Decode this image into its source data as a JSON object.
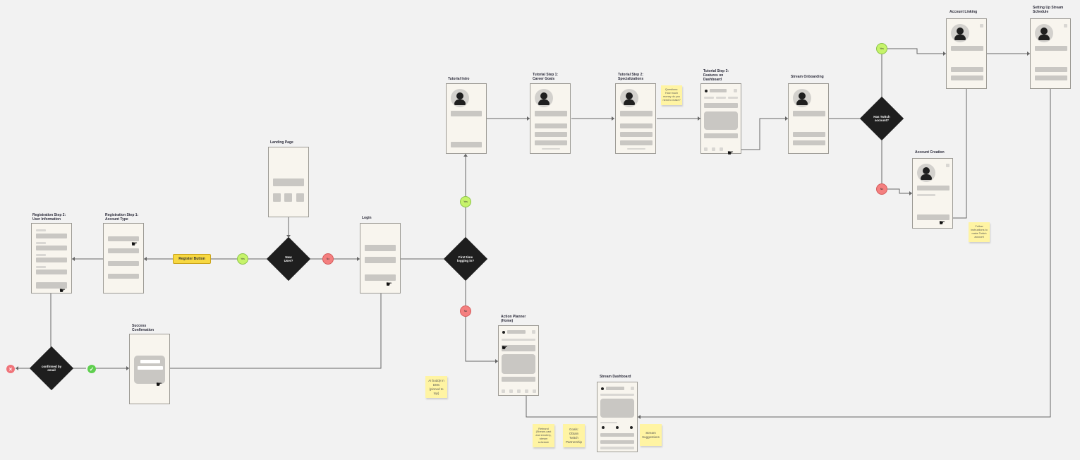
{
  "frames": {
    "reg2": "Registration Step 2:\nUser Information",
    "reg1": "Registration Step 1:\nAccount Type",
    "landing": "Landing Page",
    "login": "Login",
    "success": "Success\nConfirmation",
    "tutorial_intro": "Tutorial Intro",
    "tutorial1": "Tutorial Step 1:\nCareer Goals",
    "tutorial2": "Tutorial Step 2:\nSpecializations",
    "tutorial3": "Tutorial Step 3:\nFeatures on\nDashboard",
    "stream_onboarding": "Stream Onboarding",
    "account_linking": "Account Linking",
    "stream_schedule": "Setting Up Stream\nSchedule",
    "account_creation": "Account Creation",
    "action_planner": "Action Planner\n(Home)",
    "stream_dashboard": "Stream Dashboard"
  },
  "decisions": {
    "new_user": "New\nUser?",
    "first_time": "First time\nlogging in?",
    "has_twitch": "Has Twitch\naccount?",
    "confirmed": "confirmed by\nemail"
  },
  "pills": {
    "yes": "Yes",
    "no": "No"
  },
  "buttons": {
    "register": "Register Button"
  },
  "notes": {
    "questions": "Questions:\nHow much\nmoney do you\nneed to make?",
    "follow": "Follow\ninstructions to\nmake Twitch\naccount",
    "ai_buddy": "AI buddy in\nDMs\n(pinned to\ntop)",
    "rebrands": "Rebrand\n(Stream-cast\nand emotes),\nstream\nschedule",
    "goals": "Goals:\nObtain\nTwitch\nPartnership",
    "stream_suggestions": "Stream\nSuggestions"
  },
  "icons": {
    "reject": "x-circle-icon",
    "approve": "check-circle-icon",
    "cursor": "pointer-hand-icon"
  },
  "colors": {
    "yes": "#c6f36a",
    "no": "#f47f7f",
    "sticky": "#fff4a3",
    "button": "#f7d842",
    "decision": "#1e1e1e"
  }
}
